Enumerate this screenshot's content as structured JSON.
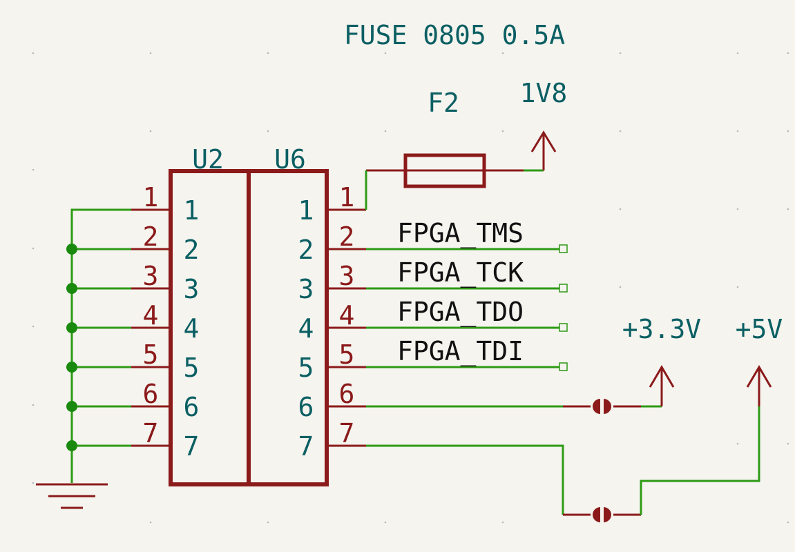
{
  "fuse": {
    "value": "FUSE 0805 0.5A",
    "ref": "F2"
  },
  "power": {
    "v1v8": "1V8",
    "v3v3": "+3.3V",
    "v5v": "+5V"
  },
  "u2": {
    "ref": "U2",
    "pins": [
      "1",
      "2",
      "3",
      "4",
      "5",
      "6",
      "7"
    ]
  },
  "u6": {
    "ref": "U6",
    "pins": [
      "1",
      "2",
      "3",
      "4",
      "5",
      "6",
      "7"
    ]
  },
  "nets": {
    "tms": "FPGA_TMS",
    "tck": "FPGA_TCK",
    "tdo": "FPGA_TDO",
    "tdi": "FPGA_TDI"
  }
}
